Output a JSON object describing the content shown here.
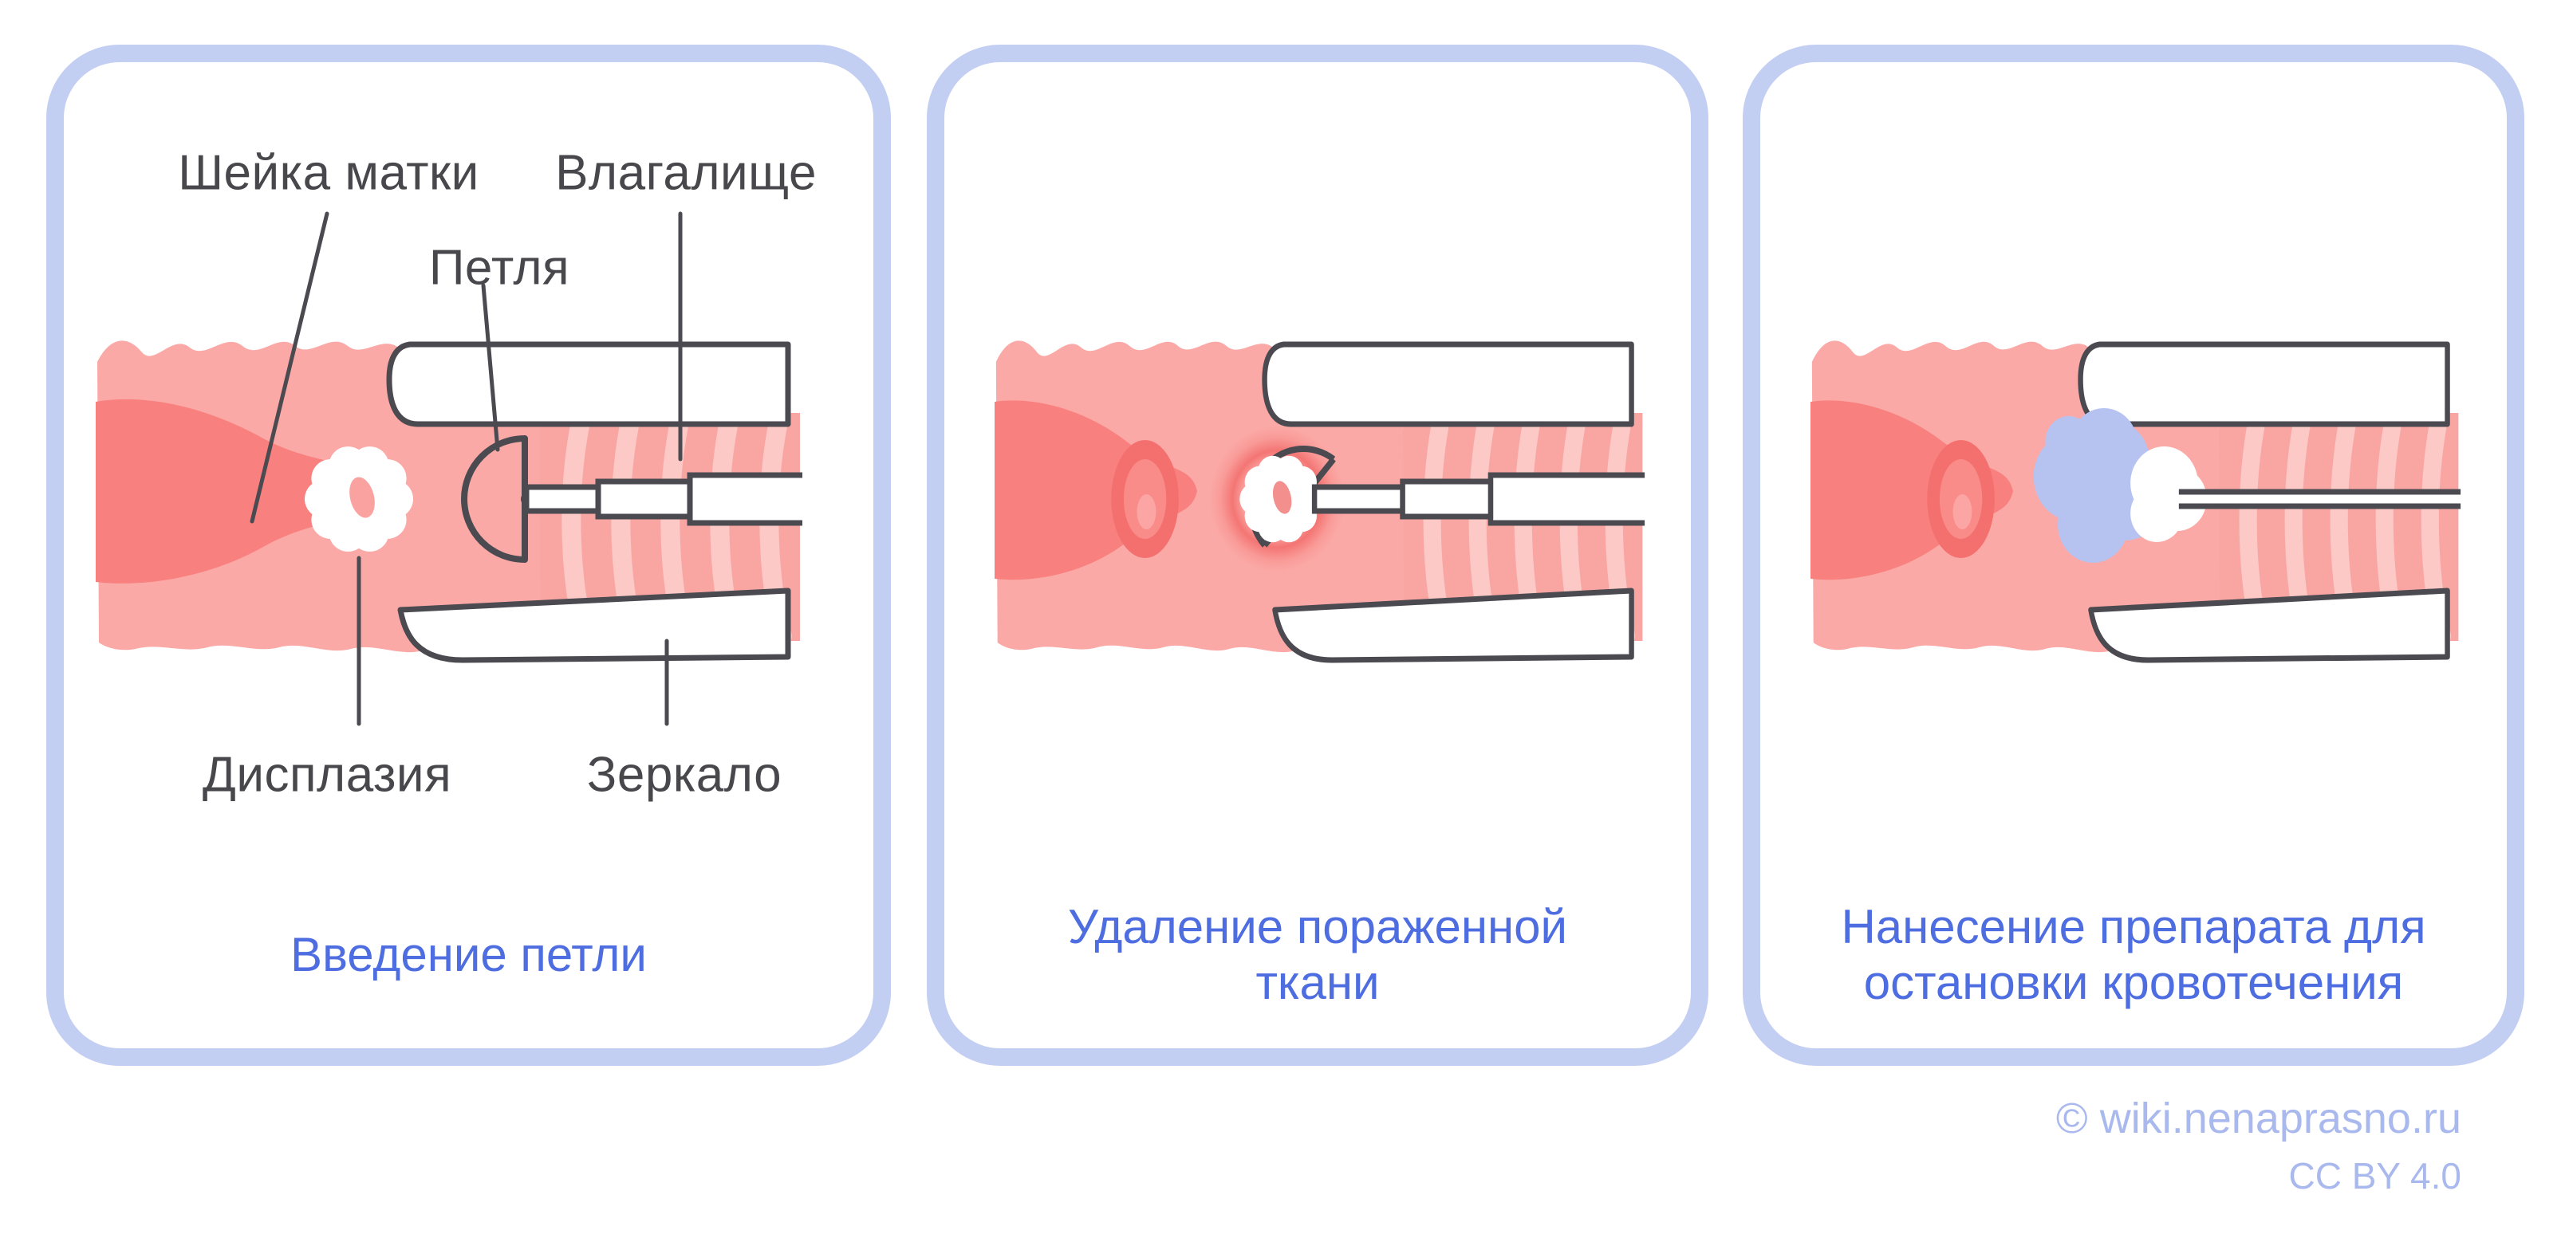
{
  "panels": [
    {
      "caption": "Введение петли",
      "labels": {
        "cervix": "Шейка матки",
        "vagina": "Влагалище",
        "loop": "Петля",
        "dysplasia": "Дисплазия",
        "speculum": "Зеркало"
      }
    },
    {
      "caption": "Удаление пораженной ткани"
    },
    {
      "caption": "Нанесение препарата для остановки кровотечения"
    }
  ],
  "attribution": {
    "symbol": "©",
    "site": "wiki.nenaprasno.ru",
    "license": "CC BY 4.0"
  },
  "colors": {
    "card_border": "#C3CEF3",
    "caption_blue": "#4D6DE0",
    "label_gray": "#47474C",
    "attribution_periwinkle": "#A9B9EE",
    "outline": "#4A4A50",
    "tissue_pink": "#FBA9A6",
    "tissue_dark_pink": "#F8807E",
    "canal_pink": "#F9A6A3",
    "canal_stripe": "#FCC9C6",
    "lesion_glow": "#F3706E",
    "canal_opening": "#F4706E",
    "medication_blob": "#B6C3F1"
  }
}
